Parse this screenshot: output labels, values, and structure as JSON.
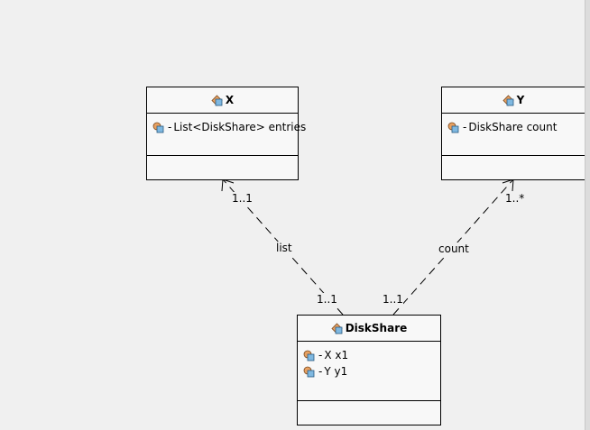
{
  "classes": {
    "x": {
      "name": "X",
      "attributes": [
        {
          "visibility": "-",
          "text": "List<DiskShare> entries"
        }
      ]
    },
    "y": {
      "name": "Y",
      "attributes": [
        {
          "visibility": "-",
          "text": "DiskShare count"
        }
      ]
    },
    "diskshare": {
      "name": "DiskShare",
      "attributes": [
        {
          "visibility": "-",
          "text": "X x1"
        },
        {
          "visibility": "-",
          "text": "Y y1"
        }
      ]
    }
  },
  "associations": {
    "list": {
      "name": "list",
      "target_multiplicity": "1..1",
      "source_multiplicity": "1..1"
    },
    "count": {
      "name": "count",
      "target_multiplicity": "1..*",
      "source_multiplicity": "1..1"
    }
  },
  "icons": {
    "class": "class-icon",
    "attribute": "field-icon"
  }
}
